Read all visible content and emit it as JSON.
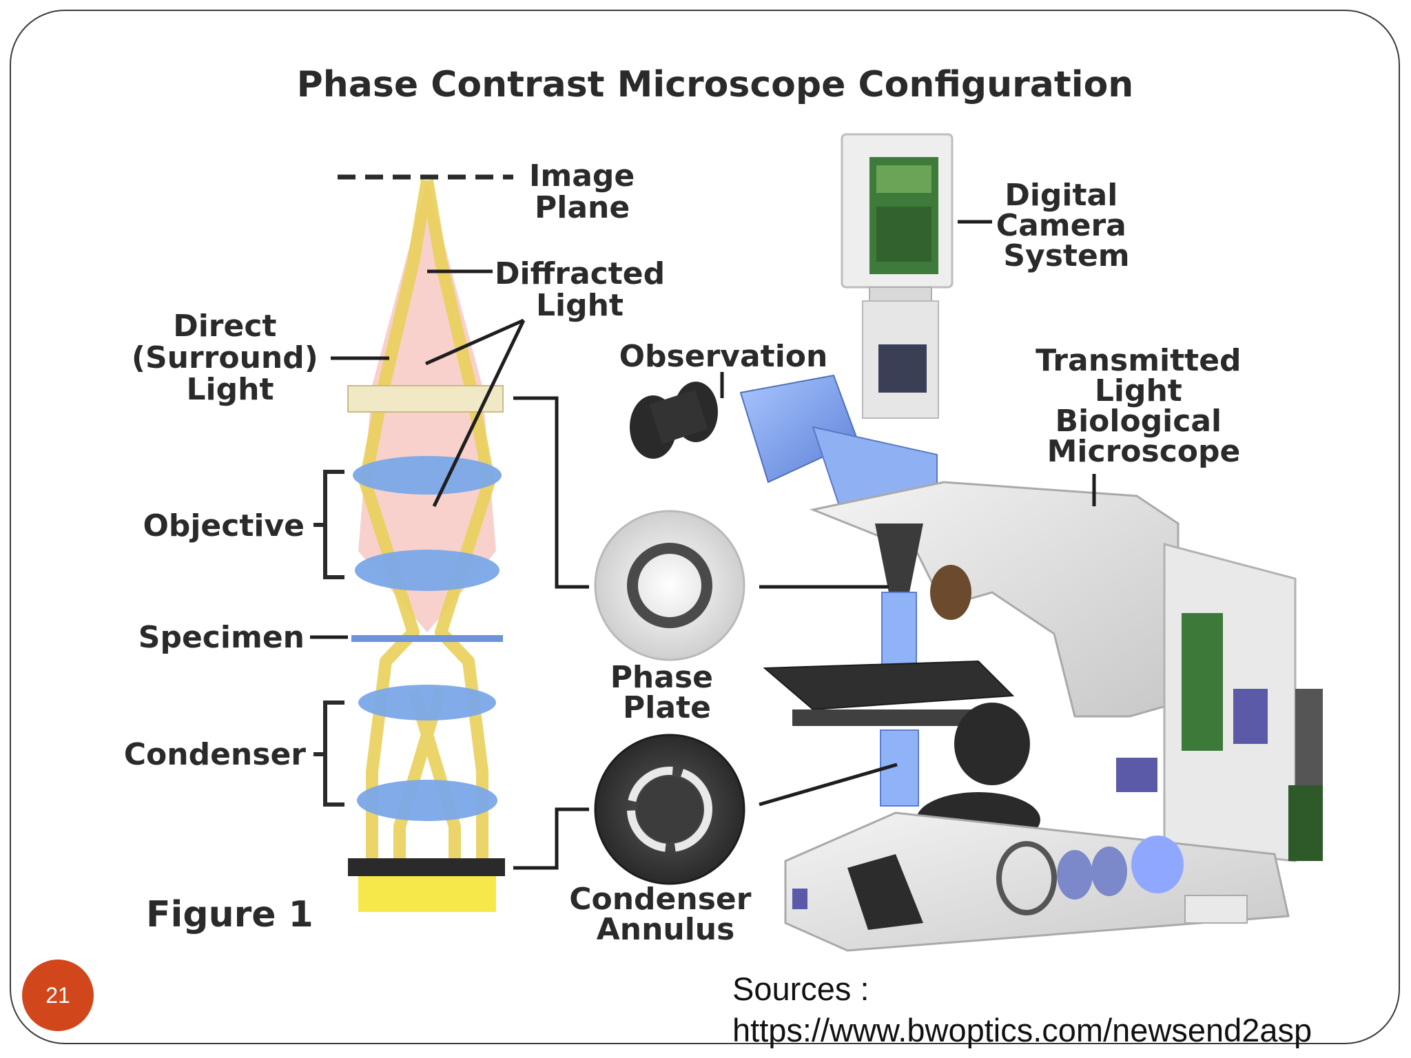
{
  "title": "Phase Contrast Microscope Configuration",
  "labels": {
    "image_plane": [
      "Image",
      "Plane"
    ],
    "diffracted_light": [
      "Diffracted",
      "Light"
    ],
    "direct_light": [
      "Direct",
      "(Surround)",
      "Light"
    ],
    "objective": "Objective",
    "specimen": "Specimen",
    "condenser": "Condenser",
    "figure": "Figure 1",
    "camera": [
      "Digital",
      "Camera",
      "System"
    ],
    "observation": "Observation",
    "microscope": [
      "Transmitted",
      "Light",
      "Biological",
      "Microscope"
    ],
    "phase_plate": [
      "Phase",
      "Plate"
    ],
    "condenser_annulus": [
      "Condenser",
      "Annulus"
    ]
  },
  "page_number": "21",
  "sources": {
    "label": "Sources :",
    "url": "https://www.bwoptics.com/newsend2asp"
  },
  "colors": {
    "accent": "#d2461c",
    "light_beam": "#f0d85a",
    "lens_blue": "#7aa8e8",
    "pink_cone": "#f7c9c4"
  }
}
